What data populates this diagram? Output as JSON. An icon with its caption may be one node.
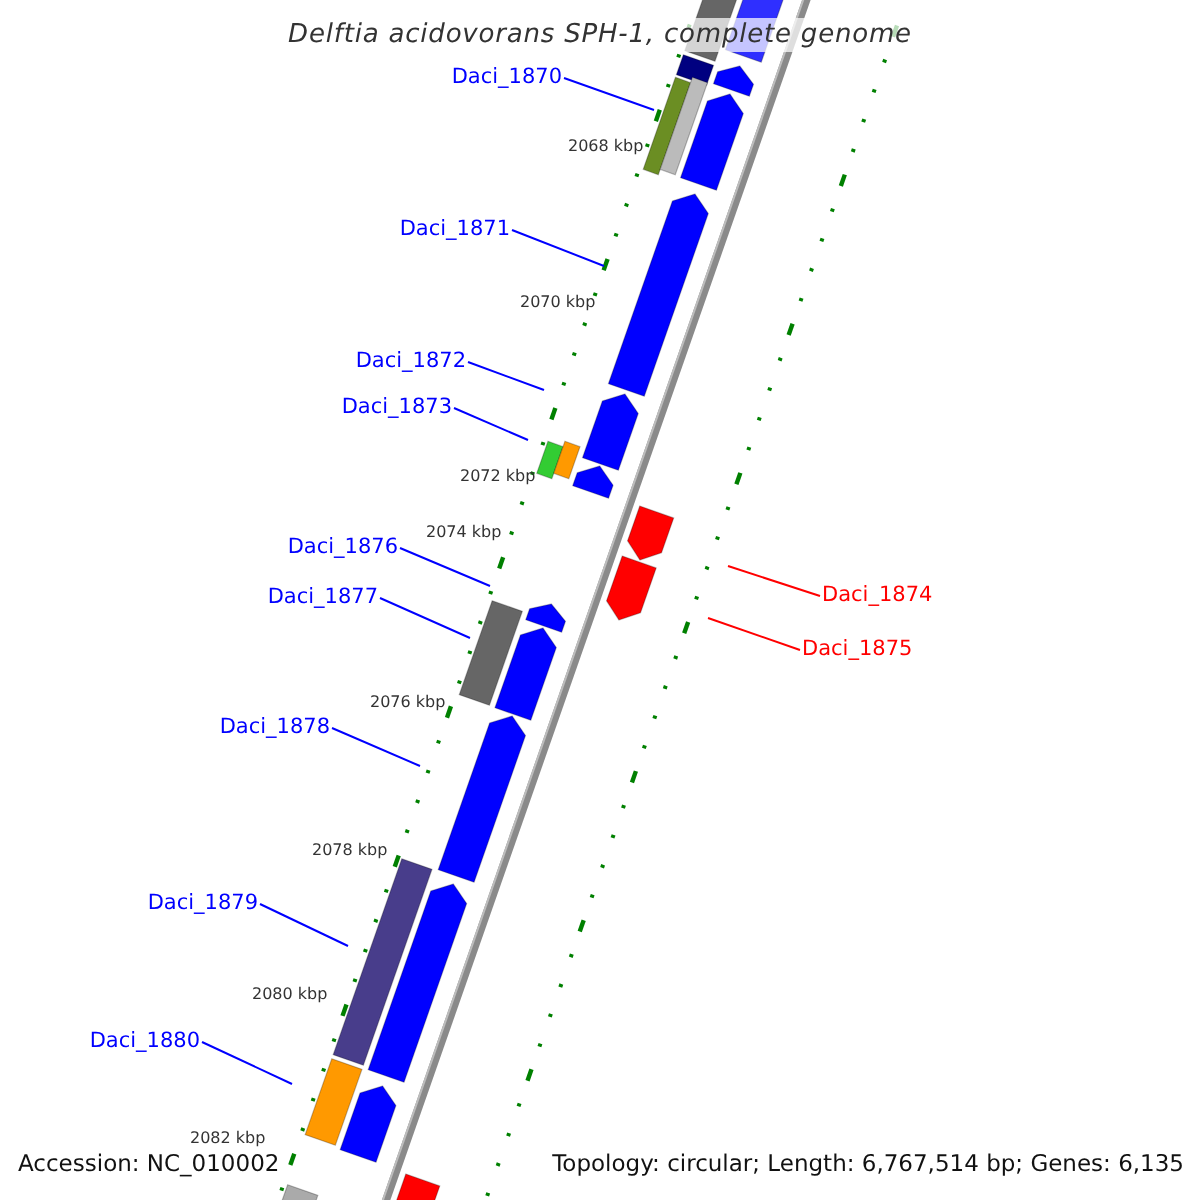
{
  "diagram": {
    "title": "Delftia acidovorans SPH-1, complete genome",
    "nodes": [
      {
        "text": [
          "Daci_1870"
        ]
      },
      {
        "text": [
          "Daci_1871"
        ]
      },
      {
        "text": [
          "Daci_1872"
        ]
      },
      {
        "text": [
          "Daci_1873"
        ]
      },
      {
        "text": [
          "Daci_1876"
        ]
      },
      {
        "text": [
          "Daci_1874"
        ]
      },
      {
        "text": [
          "Daci_1877"
        ]
      },
      {
        "text": [
          "Daci_1875"
        ]
      },
      {
        "text": [
          "Daci_1878"
        ]
      },
      {
        "text": [
          "Daci_1879"
        ]
      },
      {
        "text": [
          "Daci_1880"
        ]
      }
    ],
    "edges": [
      {
        "from": 0,
        "to": null,
        "arrow": "none"
      },
      {
        "from": 1,
        "to": null,
        "arrow": "none"
      },
      {
        "from": 2,
        "to": null,
        "arrow": "none"
      },
      {
        "from": 3,
        "to": null,
        "arrow": "none"
      },
      {
        "from": 4,
        "to": null,
        "arrow": "none"
      },
      {
        "from": 5,
        "to": null,
        "arrow": "none",
        "color": "#ff0000"
      },
      {
        "from": 6,
        "to": null,
        "arrow": "none"
      },
      {
        "from": 7,
        "to": null,
        "arrow": "none",
        "color": "#ff0000"
      },
      {
        "from": 8,
        "to": null,
        "arrow": "none"
      },
      {
        "from": 9,
        "to": null,
        "arrow": "none"
      },
      {
        "from": 10,
        "to": null,
        "arrow": "none"
      }
    ],
    "labels": [
      "2068 kbp",
      "2070 kbp",
      "2072 kbp",
      "2074 kbp",
      "2076 kbp",
      "2078 kbp",
      "2080 kbp",
      "2082 kbp",
      "Accession: NC_010002",
      "Topology: circular; Length: 6,767,514 bp; Genes: 6,135"
    ]
  }
}
